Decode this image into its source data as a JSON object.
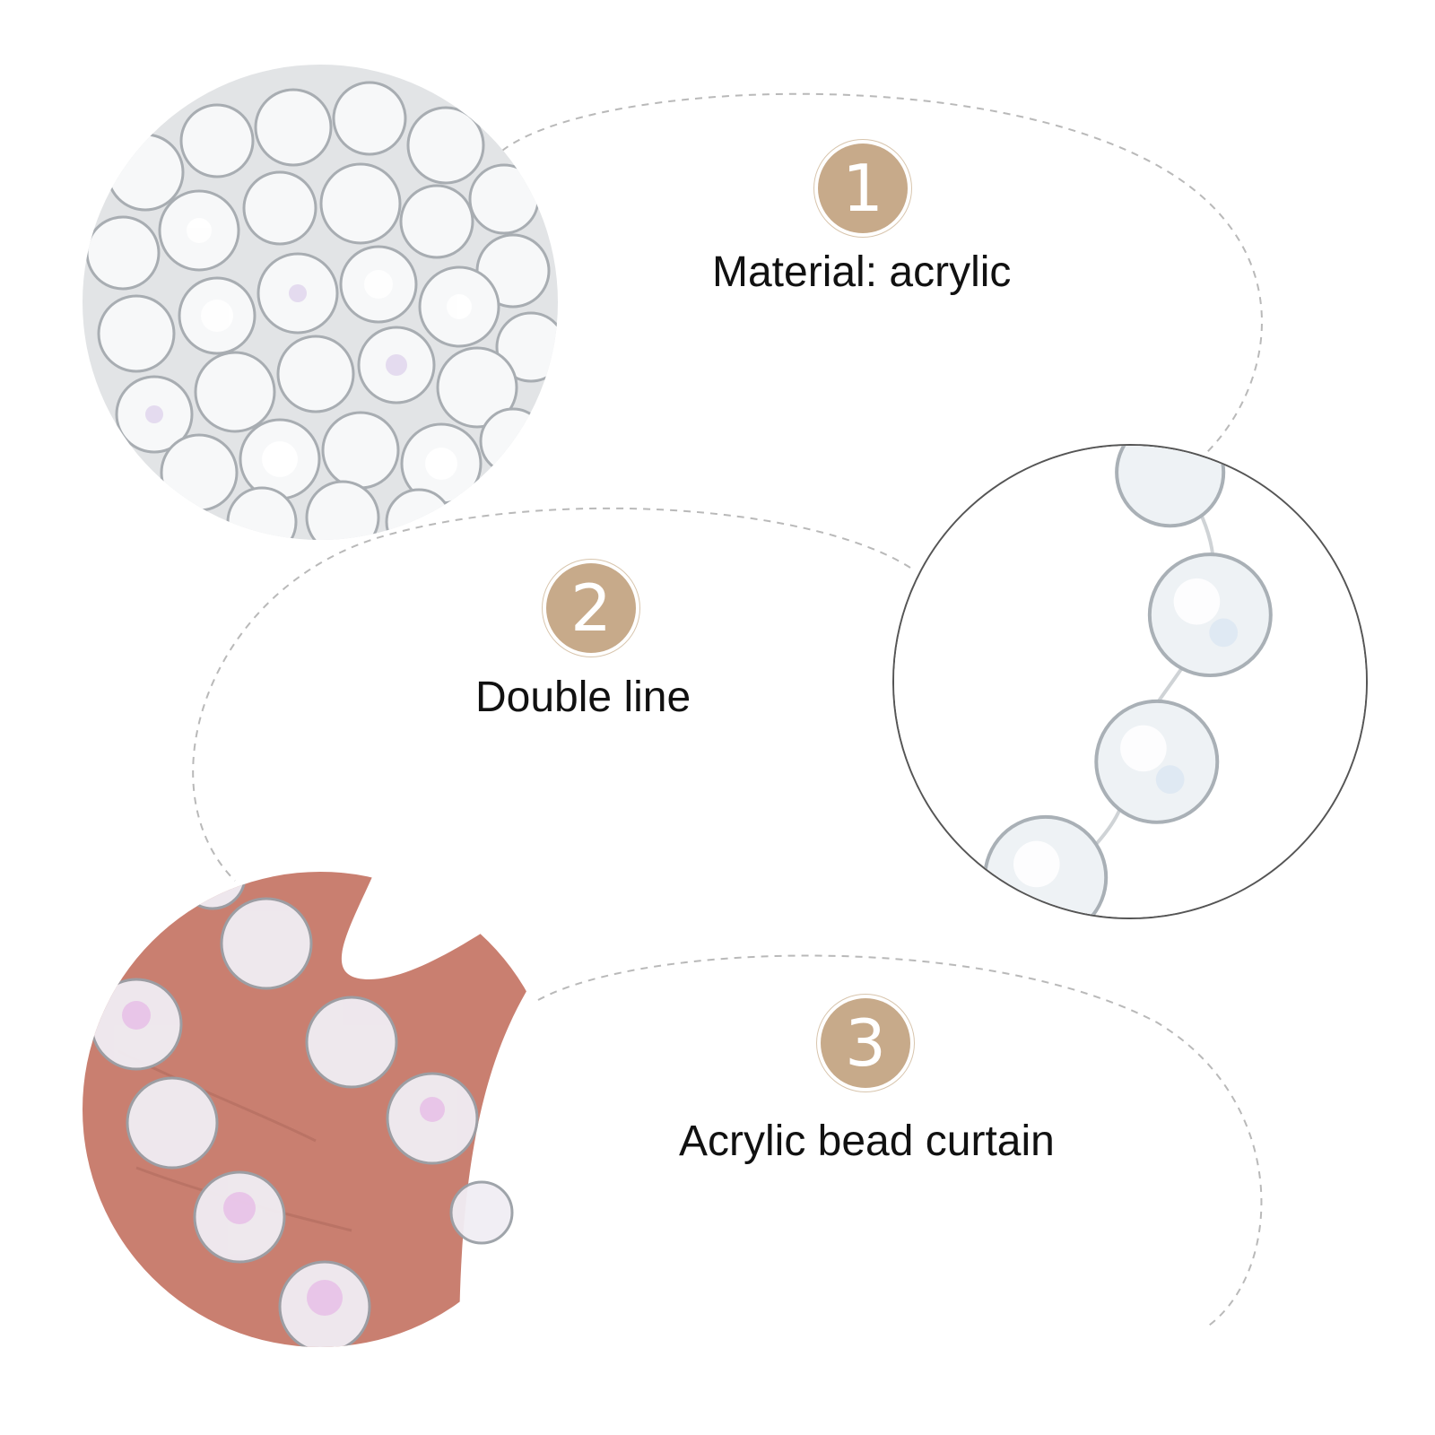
{
  "features": [
    {
      "number": "1",
      "label": "Material: acrylic"
    },
    {
      "number": "2",
      "label": "Double line"
    },
    {
      "number": "3",
      "label": "Acrylic bead curtain"
    }
  ],
  "colors": {
    "badge": "#c7aa8a",
    "text": "#111111",
    "dash": "#b9b9b9",
    "skin": "#c97f70"
  }
}
